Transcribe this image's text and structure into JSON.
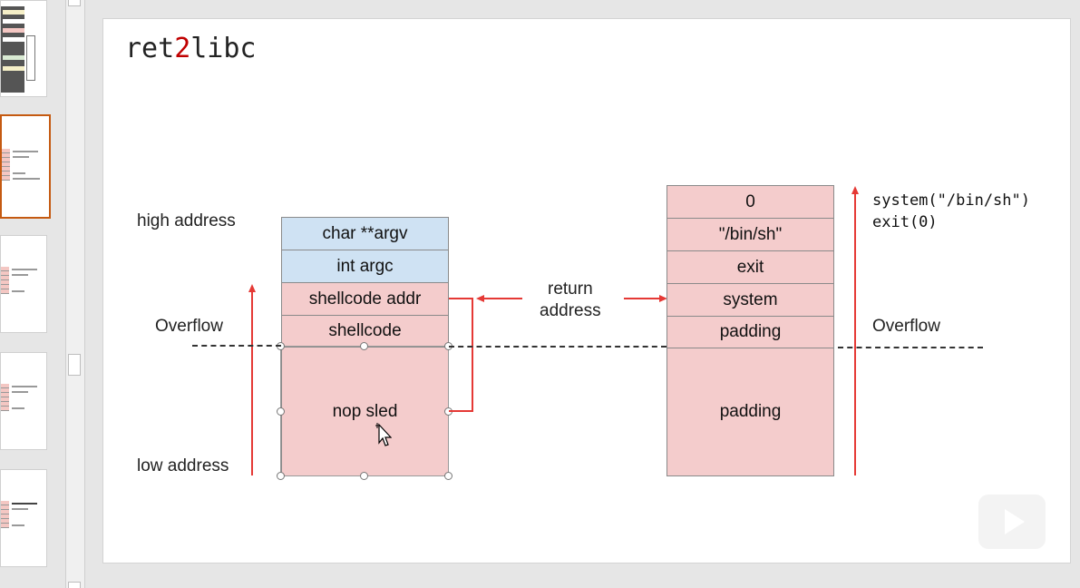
{
  "slide": {
    "title_parts": [
      "ret",
      "2",
      "libc"
    ]
  },
  "left_stack": {
    "high_label": "high address",
    "low_label": "low address",
    "overflow_label": "Overflow",
    "cells": [
      "char **argv",
      "int argc",
      "shellcode addr",
      "shellcode",
      "nop sled"
    ]
  },
  "middle": {
    "return_label_line1": "return",
    "return_label_line2": "address"
  },
  "right_stack": {
    "cells": [
      "0",
      "\"/bin/sh\"",
      "exit",
      "system",
      "padding",
      "padding"
    ],
    "overflow_label": "Overflow",
    "code_lines": [
      "system(\"/bin/sh\")",
      "exit(0)"
    ]
  },
  "colors": {
    "blue_cell": "#cfe2f3",
    "pink_cell": "#f4cccc",
    "arrow_red": "#e53935",
    "title_highlight": "#c00000",
    "active_thumb_border": "#c55a11"
  },
  "icons": {
    "play": "play-icon",
    "cursor": "move-cursor-icon"
  }
}
